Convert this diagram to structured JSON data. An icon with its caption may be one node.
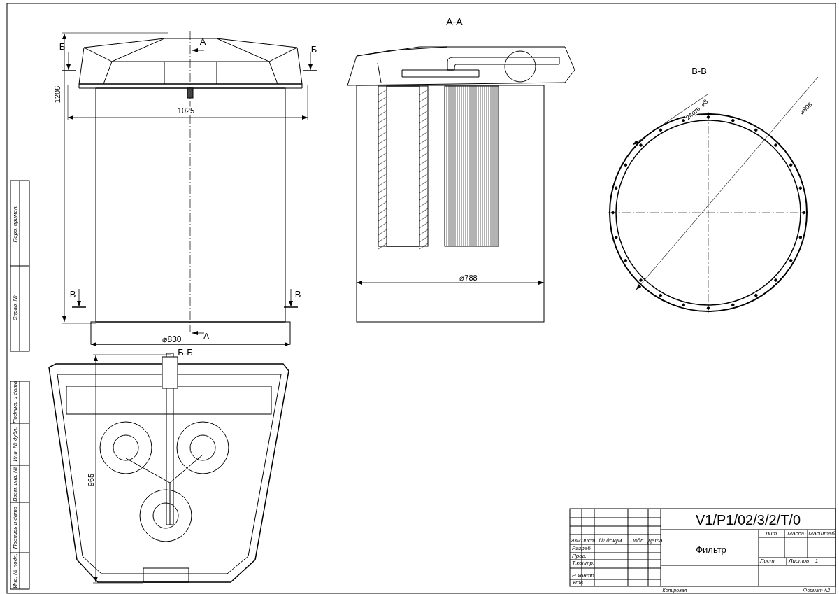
{
  "diagram": {
    "labels": [
      "А-А",
      "Б",
      "А",
      "Б",
      "1206",
      "1025",
      "В-В",
      "24отв. ⌀8",
      "⌀808",
      "⌀788",
      "В",
      "В",
      "⌀830",
      "А",
      "Б-Б",
      "965",
      "V1/P1/02/3/2/T/0",
      "Изм",
      "Лист",
      "№ докум.",
      "Подп.",
      "Дата",
      "Разраб.",
      "Пров.",
      "Т.контр.",
      "Н.контр.",
      "Утв.",
      "Фильтр",
      "Лит.",
      "Масса",
      "Масштаб",
      "Лист",
      "Листов",
      "1",
      "Копировал",
      "Формат А2",
      "Перв. примен.",
      "Справ. №",
      "Подпись и дата",
      "Инв. № дубл.",
      "Взам. инв. №",
      "Подпись и дата",
      "Инв. № подл."
    ]
  }
}
